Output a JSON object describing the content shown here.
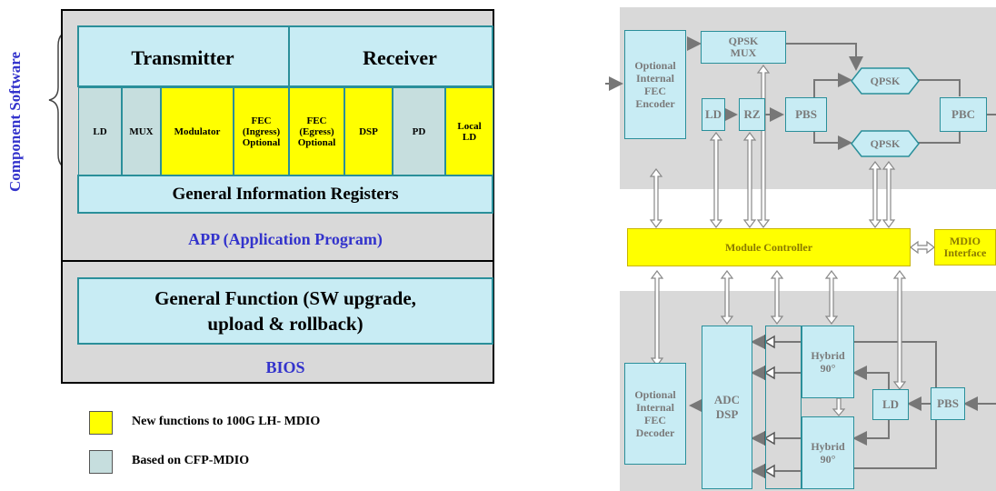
{
  "left": {
    "side_label": "Component Software",
    "transmitter": "Transmitter",
    "receiver": "Receiver",
    "cells": [
      {
        "label": "LD",
        "kind": "based"
      },
      {
        "label": "MUX",
        "kind": "based"
      },
      {
        "label": "Modulator",
        "kind": "new"
      },
      {
        "label": "FEC (Ingress) Optional",
        "kind": "new"
      },
      {
        "label": "FEC (Egress) Optional",
        "kind": "new"
      },
      {
        "label": "DSP",
        "kind": "new"
      },
      {
        "label": "PD",
        "kind": "based"
      },
      {
        "label": "Local LD",
        "kind": "new"
      }
    ],
    "registers": "General Information Registers",
    "app": "APP (Application Program)",
    "general_function": "General Function (SW upgrade, upload & rollback)",
    "bios": "BIOS",
    "legend": [
      {
        "label": "New functions to 100G LH- MDIO",
        "color": "#ffff00"
      },
      {
        "label": "Based on CFP-MDIO",
        "color": "#c6dede"
      }
    ]
  },
  "right": {
    "fec_encoder": "Optional Internal FEC Encoder",
    "qpsk_mux": "QPSK MUX",
    "ld": "LD",
    "rz": "RZ",
    "pbs": "PBS",
    "qpsk_top": "QPSK",
    "qpsk_bottom": "QPSK",
    "pbc": "PBC",
    "module_controller": "Module Controller",
    "mdio_interface": "MDIO Interface",
    "fec_decoder": "Optional Internal FEC Decoder",
    "adc_dsp": "ADC DSP",
    "hybrid_top": "Hybrid 90°",
    "hybrid_bottom": "Hybrid 90°",
    "ld_rx": "LD",
    "pbs_rx": "PBS"
  },
  "colors": {
    "yellow": "#ffff00",
    "cyan": "#c8ecf4",
    "border": "#2a8f9a",
    "panel": "#d9d9d9",
    "blue_text": "#3333cc"
  }
}
